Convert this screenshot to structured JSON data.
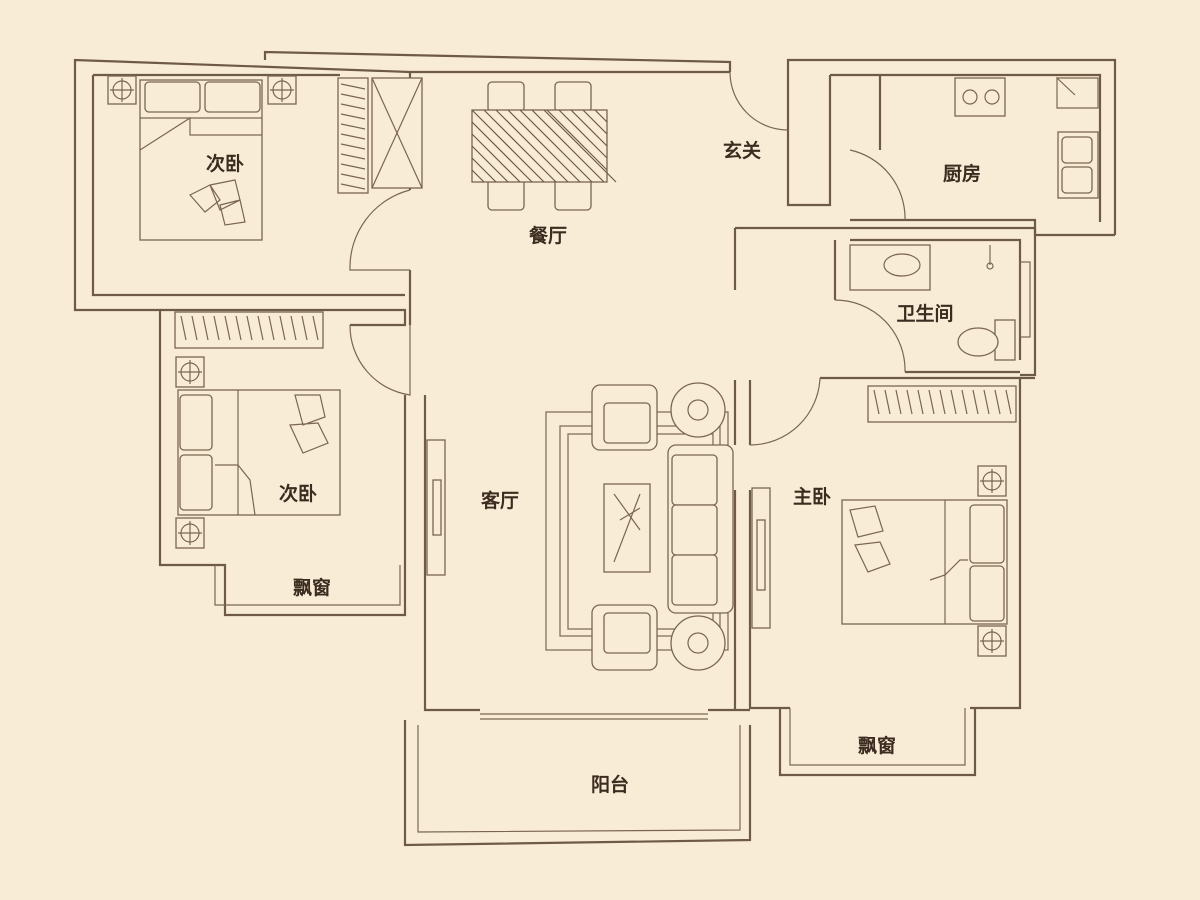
{
  "colors": {
    "background": "#f9ecd7",
    "wall": "#6e5a45",
    "text": "#3b2c1f"
  },
  "rooms": {
    "bedroom_top_left": "次卧",
    "dining": "餐厅",
    "entrance": "玄关",
    "kitchen": "厨房",
    "bathroom": "卫生间",
    "bedroom_left": "次卧",
    "bay_window_left": "飘窗",
    "living": "客厅",
    "master_bedroom": "主卧",
    "bay_window_right": "飘窗",
    "balcony": "阳台"
  }
}
